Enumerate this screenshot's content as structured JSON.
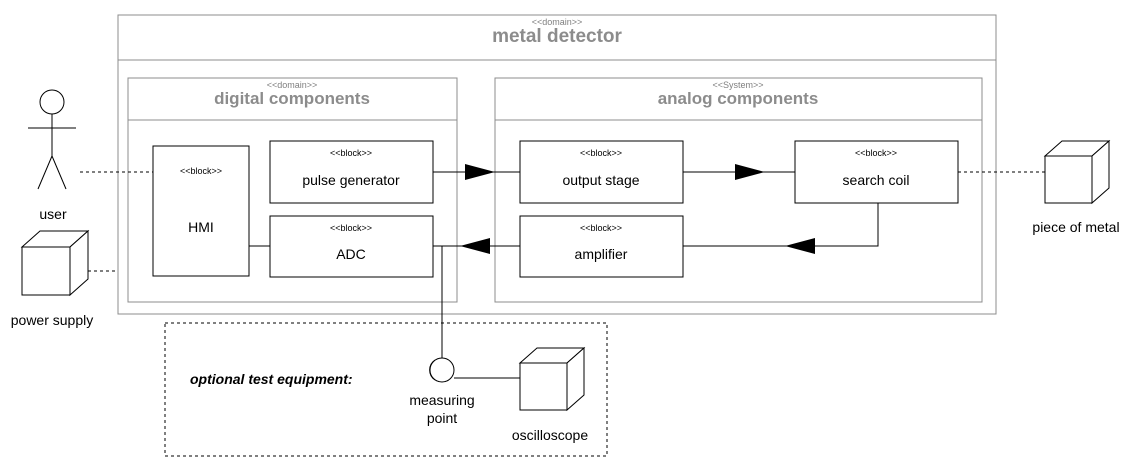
{
  "metal_detector": {
    "stereotype": "<<domain>>",
    "title": "metal detector"
  },
  "digital_components": {
    "stereotype": "<<domain>>",
    "title": "digital components"
  },
  "analog_components": {
    "stereotype": "<<System>>",
    "title": "analog components"
  },
  "blocks": {
    "hmi": {
      "stereotype": "<<block>>",
      "label": "HMI"
    },
    "pulse_generator": {
      "stereotype": "<<block>>",
      "label": "pulse generator"
    },
    "adc": {
      "stereotype": "<<block>>",
      "label": "ADC"
    },
    "output_stage": {
      "stereotype": "<<block>>",
      "label": "output stage"
    },
    "search_coil": {
      "stereotype": "<<block>>",
      "label": "search coil"
    },
    "amplifier": {
      "stereotype": "<<block>>",
      "label": "amplifier"
    }
  },
  "actors": {
    "user": "user"
  },
  "nodes": {
    "power_supply": "power supply",
    "piece_of_metal": "piece of metal",
    "oscilloscope": "oscilloscope"
  },
  "test_equipment": {
    "label": "optional test equipment:",
    "measuring_point_line1": "measuring",
    "measuring_point_line2": "point"
  }
}
